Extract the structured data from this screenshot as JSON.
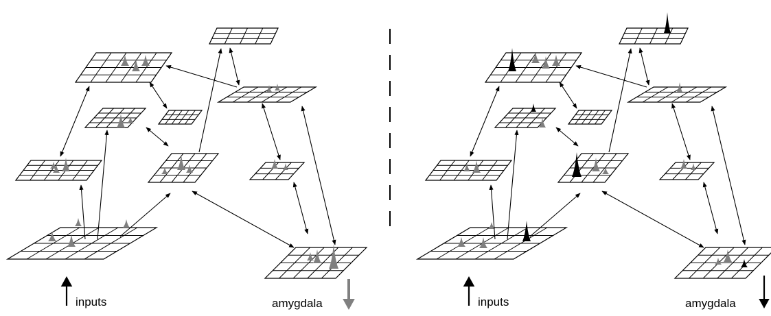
{
  "panels": [
    {
      "id": "left",
      "input_label": "inputs",
      "output_label": "amygdala",
      "input_arrow_color": "#000000",
      "output_arrow_color": "#808080"
    },
    {
      "id": "right",
      "input_label": "inputs",
      "output_label": "amygdala",
      "input_arrow_color": "#000000",
      "output_arrow_color": "#000000"
    }
  ],
  "colors": {
    "grid_line": "#000000",
    "peak_gray": "#7f7f7f",
    "peak_black": "#000000",
    "divider": "#000000"
  }
}
